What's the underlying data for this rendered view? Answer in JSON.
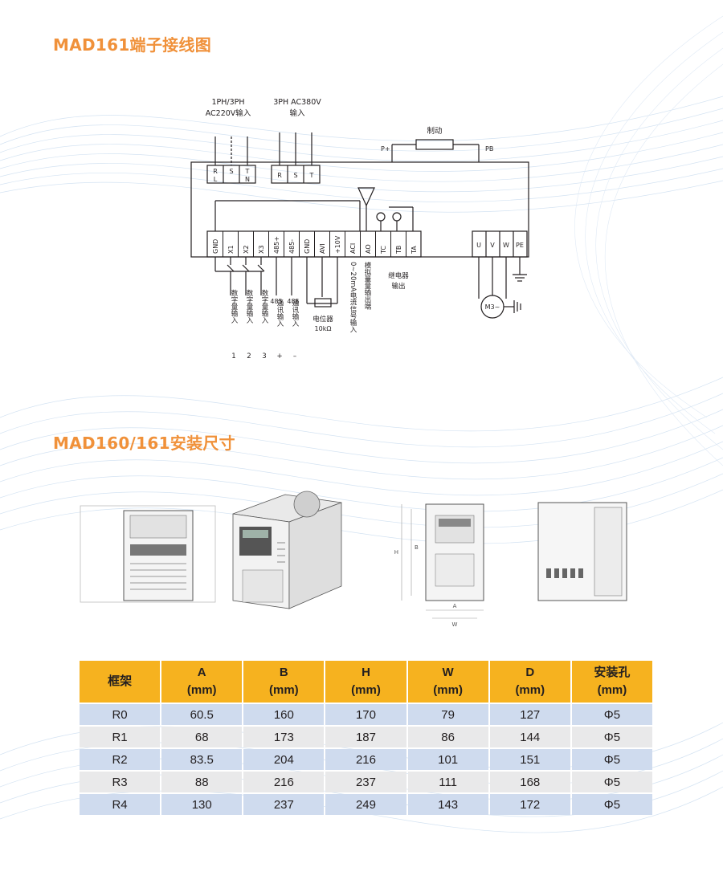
{
  "sections": {
    "wiring_title": "MAD161端子接线图",
    "dimensions_title": "MAD160/161安装尺寸"
  },
  "wiring": {
    "input_single_line1": "1PH/3PH",
    "input_single_line2": "AC220V输入",
    "input_three_line1": "3PH AC380V",
    "input_three_line2": "输入",
    "brake_label": "制动",
    "p_plus": "P+",
    "pb": "PB",
    "power_terminals": [
      {
        "top": "R",
        "bottom": "L"
      },
      {
        "top": "S",
        "bottom": ""
      },
      {
        "top": "T",
        "bottom": "N"
      },
      {
        "top": "R",
        "bottom": ""
      },
      {
        "top": "S",
        "bottom": ""
      },
      {
        "top": "T",
        "bottom": ""
      }
    ],
    "control_terminals": [
      "GND",
      "X1",
      "X2",
      "X3",
      "485+",
      "485-",
      "GND",
      "AVI",
      "+10V",
      "ACI",
      "AO",
      "TC",
      "TB",
      "TA"
    ],
    "motor_terminals": [
      "U",
      "V",
      "W",
      "PE"
    ],
    "motor_label": "M3~",
    "digital_inputs": [
      {
        "text": "数字量输入",
        "num": "1"
      },
      {
        "text": "数字量输入",
        "num": "2"
      },
      {
        "text": "数字量输入",
        "num": "3"
      }
    ],
    "comm_plus": {
      "head": "485",
      "text": "通讯输入",
      "sign": "+"
    },
    "comm_minus": {
      "head": "485",
      "text": "通讯输入",
      "sign": "–"
    },
    "pot_label": "电位器",
    "pot_value": "10kΩ",
    "aci_label": "0~20mA电流信号输入",
    "ao_label": "模拟量量输出端",
    "relay_label_line1": "继电器",
    "relay_label_line2": "输出"
  },
  "views": {
    "dim_h": "H",
    "dim_b": "B",
    "dim_a": "A",
    "dim_w": "W"
  },
  "table": {
    "headers": [
      {
        "line1": "框架",
        "line2": ""
      },
      {
        "line1": "A",
        "line2": "(mm)"
      },
      {
        "line1": "B",
        "line2": "(mm)"
      },
      {
        "line1": "H",
        "line2": "(mm)"
      },
      {
        "line1": "W",
        "line2": "(mm)"
      },
      {
        "line1": "D",
        "line2": "(mm)"
      },
      {
        "line1": "安装孔",
        "line2": "(mm)"
      }
    ],
    "rows": [
      [
        "R0",
        "60.5",
        "160",
        "170",
        "79",
        "127",
        "Φ5"
      ],
      [
        "R1",
        "68",
        "173",
        "187",
        "86",
        "144",
        "Φ5"
      ],
      [
        "R2",
        "83.5",
        "204",
        "216",
        "101",
        "151",
        "Φ5"
      ],
      [
        "R3",
        "88",
        "216",
        "237",
        "111",
        "168",
        "Φ5"
      ],
      [
        "R4",
        "130",
        "237",
        "249",
        "143",
        "172",
        "Φ5"
      ]
    ]
  },
  "colors": {
    "title": "#f0913a",
    "table_header": "#f6b21f",
    "row_odd": "#cfdbee",
    "row_even": "#e9e9ea",
    "background_wave": "#c9dcef"
  }
}
